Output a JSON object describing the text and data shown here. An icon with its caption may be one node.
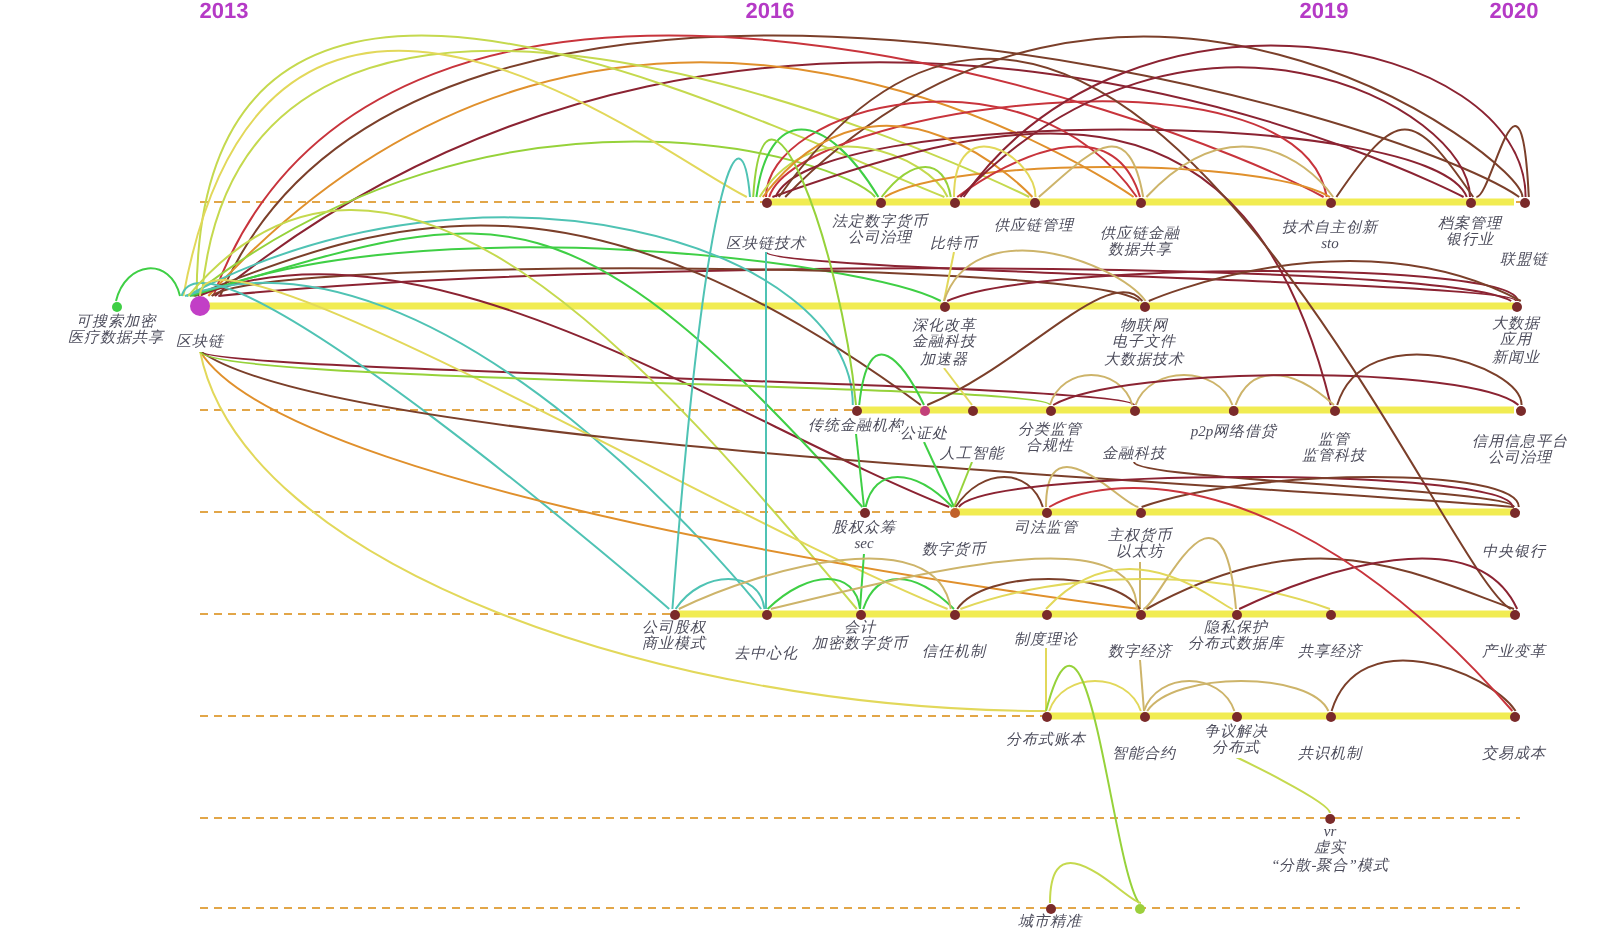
{
  "diagram": {
    "nodes": [
      {
        "text": [
          "区块链技术"
        ]
      },
      {
        "text": [
          "法定数字货币",
          "公司治理"
        ]
      },
      {
        "text": [
          "比特币"
        ]
      },
      {
        "text": [
          "供应链管理"
        ]
      },
      {
        "text": [
          "供应链金融",
          "数据共享"
        ]
      },
      {
        "text": [
          "技术自主创新",
          "sto"
        ]
      },
      {
        "text": [
          "档案管理",
          "银行业"
        ]
      },
      {
        "text": [
          "联盟链"
        ]
      },
      {
        "text": [
          "可搜索加密",
          "医疗数据共享"
        ]
      },
      {
        "text": [
          "区块链"
        ]
      },
      {
        "text": [
          "深化改革",
          "金融科技",
          "加速器"
        ]
      },
      {
        "text": [
          "物联网",
          "电子文件",
          "大数据技术"
        ]
      },
      {
        "text": [
          "大数据",
          "应用",
          "新闻业"
        ]
      },
      {
        "text": [
          "传统金融机构"
        ]
      },
      {
        "text": [
          "公证处"
        ]
      },
      {
        "text": [
          "人工智能"
        ]
      },
      {
        "text": [
          "分类监管",
          "合规性"
        ]
      },
      {
        "text": [
          "金融科技"
        ]
      },
      {
        "text": [
          "p2p网络借贷"
        ]
      },
      {
        "text": [
          "监管",
          "监管科技"
        ]
      },
      {
        "text": [
          "信用信息平台",
          "公司治理"
        ]
      },
      {
        "text": [
          "股权众筹",
          "sec"
        ]
      },
      {
        "text": [
          "数字货币"
        ]
      },
      {
        "text": [
          "司法监管"
        ]
      },
      {
        "text": [
          "主权货币",
          "以太坊"
        ]
      },
      {
        "text": [
          "中央银行"
        ]
      },
      {
        "text": [
          "公司股权",
          "商业模式"
        ]
      },
      {
        "text": [
          "去中心化"
        ]
      },
      {
        "text": [
          "会计",
          "加密数字货币"
        ]
      },
      {
        "text": [
          "信任机制"
        ]
      },
      {
        "text": [
          "制度理论"
        ]
      },
      {
        "text": [
          "数字经济"
        ]
      },
      {
        "text": [
          "隐私保护",
          "分布式数据库"
        ]
      },
      {
        "text": [
          "共享经济"
        ]
      },
      {
        "text": [
          "产业变革"
        ]
      },
      {
        "text": [
          "分布式账本"
        ]
      },
      {
        "text": [
          "智能合约"
        ]
      },
      {
        "text": [
          "争议解决",
          "分布式"
        ]
      },
      {
        "text": [
          "共识机制"
        ]
      },
      {
        "text": [
          "交易成本"
        ]
      },
      {
        "text": [
          "vr",
          "虚实",
          "“分散-聚合”模式"
        ]
      },
      {
        "text": [
          "城市精准"
        ]
      },
      {
        "text": [],
        "shape": "circle"
      }
    ],
    "edges": [
      {
        "from": 8,
        "to": 9,
        "arrow": "none",
        "color": "#3fcf45"
      },
      {
        "from": 9,
        "to": 7,
        "arrow": "none",
        "color": "#7b3f2a"
      },
      {
        "from": 9,
        "to": 6,
        "arrow": "none",
        "color": "#8b2332"
      },
      {
        "from": 9,
        "to": 5,
        "arrow": "none",
        "color": "#c8343c"
      },
      {
        "from": 9,
        "to": 12,
        "arrow": "none",
        "color": "#8b2332"
      },
      {
        "from": 9,
        "to": 4,
        "arrow": "none",
        "color": "#e0902c"
      },
      {
        "from": 9,
        "to": 3,
        "arrow": "none",
        "color": "#c5d94e"
      },
      {
        "from": 9,
        "to": 2,
        "arrow": "none",
        "color": "#c5d94e"
      },
      {
        "from": 9,
        "to": 1,
        "arrow": "none",
        "color": "#96d23a"
      },
      {
        "from": 9,
        "to": 0,
        "arrow": "none",
        "color": "#e2d85a"
      },
      {
        "from": 9,
        "to": 10,
        "arrow": "none",
        "color": "#3fcf45"
      },
      {
        "from": 9,
        "to": 11,
        "arrow": "none",
        "color": "#7b3f2a"
      },
      {
        "from": 9,
        "to": 13,
        "arrow": "none",
        "color": "#4fc3b4"
      },
      {
        "from": 9,
        "to": 14,
        "arrow": "none",
        "color": "#7b3f2a"
      },
      {
        "from": 9,
        "to": 22,
        "arrow": "none",
        "color": "#8b2332"
      },
      {
        "from": 9,
        "to": 17,
        "arrow": "none",
        "color": "#8b2332"
      },
      {
        "from": 9,
        "to": 21,
        "arrow": "none",
        "color": "#3fcf45"
      },
      {
        "from": 9,
        "to": 26,
        "arrow": "none",
        "color": "#4fc3b4"
      },
      {
        "from": 9,
        "to": 27,
        "arrow": "none",
        "color": "#4fc3b4"
      },
      {
        "from": 9,
        "to": 28,
        "arrow": "none",
        "color": "#c5d94e"
      },
      {
        "from": 9,
        "to": 29,
        "arrow": "none",
        "color": "#e2d85a"
      },
      {
        "from": 9,
        "to": 31,
        "arrow": "none",
        "color": "#e0902c"
      },
      {
        "from": 9,
        "to": 35,
        "arrow": "none",
        "color": "#e2d85a"
      },
      {
        "from": 9,
        "to": 25,
        "arrow": "none",
        "color": "#7b3f2a"
      },
      {
        "from": 9,
        "to": 16,
        "arrow": "none",
        "color": "#96d23a"
      },
      {
        "from": 0,
        "to": 7,
        "arrow": "none",
        "color": "#7b3f2a"
      },
      {
        "from": 0,
        "to": 6,
        "arrow": "none",
        "color": "#8b2332"
      },
      {
        "from": 0,
        "to": 5,
        "arrow": "none",
        "color": "#c8343c"
      },
      {
        "from": 0,
        "to": 4,
        "arrow": "none",
        "color": "#c8343c"
      },
      {
        "from": 0,
        "to": 1,
        "arrow": "none",
        "color": "#3fcf45"
      },
      {
        "from": 0,
        "to": 2,
        "arrow": "none",
        "color": "#c5d94e"
      },
      {
        "from": 0,
        "to": 12,
        "arrow": "none",
        "color": "#8b2332"
      },
      {
        "from": 0,
        "to": 19,
        "arrow": "none",
        "color": "#8b2332"
      },
      {
        "from": 0,
        "to": 34,
        "arrow": "none",
        "color": "#7b3f2a"
      },
      {
        "from": 26,
        "to": 0,
        "arrow": "none",
        "color": "#4fc3b4"
      },
      {
        "from": 27,
        "to": 0,
        "arrow": "none",
        "color": "#4fc3b4"
      },
      {
        "from": 0,
        "to": 13,
        "arrow": "none",
        "color": "#96d23a"
      },
      {
        "from": 0,
        "to": 3,
        "arrow": "none",
        "color": "#e0902c"
      },
      {
        "from": 1,
        "to": 2,
        "arrow": "none",
        "color": "#96d23a"
      },
      {
        "from": 1,
        "to": 5,
        "arrow": "none",
        "color": "#e0902c"
      },
      {
        "from": 2,
        "to": 4,
        "arrow": "none",
        "color": "#c8343c"
      },
      {
        "from": 2,
        "to": 6,
        "arrow": "none",
        "color": "#8b2332"
      },
      {
        "from": 2,
        "to": 7,
        "arrow": "none",
        "color": "#8b2332"
      },
      {
        "from": 2,
        "to": 10,
        "arrow": "none",
        "color": "#e2d85a"
      },
      {
        "from": 2,
        "to": 3,
        "arrow": "none",
        "color": "#e2d85a"
      },
      {
        "from": 3,
        "to": 4,
        "arrow": "none",
        "color": "#cdb46a"
      },
      {
        "from": 4,
        "to": 5,
        "arrow": "none",
        "color": "#cdb46a"
      },
      {
        "from": 5,
        "to": 6,
        "arrow": "none",
        "color": "#7b3f2a"
      },
      {
        "from": 6,
        "to": 7,
        "arrow": "none",
        "color": "#7b3f2a"
      },
      {
        "from": 10,
        "to": 12,
        "arrow": "none",
        "color": "#8b2332"
      },
      {
        "from": 11,
        "to": 12,
        "arrow": "none",
        "color": "#7b3f2a"
      },
      {
        "from": 10,
        "to": 11,
        "arrow": "none",
        "color": "#cdb46a"
      },
      {
        "from": 10,
        "to": 15,
        "arrow": "none",
        "color": "#e2d85a"
      },
      {
        "from": 13,
        "to": 14,
        "arrow": "none",
        "color": "#3fcf45"
      },
      {
        "from": 13,
        "to": 21,
        "arrow": "none",
        "color": "#3fcf45"
      },
      {
        "from": 14,
        "to": 22,
        "arrow": "none",
        "color": "#3fcf45"
      },
      {
        "from": 15,
        "to": 22,
        "arrow": "none",
        "color": "#96d23a"
      },
      {
        "from": 14,
        "to": 11,
        "arrow": "none",
        "color": "#7b3f2a"
      },
      {
        "from": 16,
        "to": 17,
        "arrow": "none",
        "color": "#cdb46a"
      },
      {
        "from": 17,
        "to": 18,
        "arrow": "none",
        "color": "#cdb46a"
      },
      {
        "from": 18,
        "to": 19,
        "arrow": "none",
        "color": "#cdb46a"
      },
      {
        "from": 16,
        "to": 20,
        "arrow": "none",
        "color": "#8b2332"
      },
      {
        "from": 17,
        "to": 25,
        "arrow": "none",
        "color": "#7b3f2a"
      },
      {
        "from": 19,
        "to": 20,
        "arrow": "none",
        "color": "#7b3f2a"
      },
      {
        "from": 21,
        "to": 22,
        "arrow": "none",
        "color": "#3fcf45"
      },
      {
        "from": 21,
        "to": 28,
        "arrow": "none",
        "color": "#3fcf45"
      },
      {
        "from": 22,
        "to": 23,
        "arrow": "none",
        "color": "#7b3f2a"
      },
      {
        "from": 23,
        "to": 24,
        "arrow": "none",
        "color": "#cdb46a"
      },
      {
        "from": 24,
        "to": 31,
        "arrow": "none",
        "color": "#cdb46a"
      },
      {
        "from": 22,
        "to": 25,
        "arrow": "none",
        "color": "#8b2332"
      },
      {
        "from": 24,
        "to": 25,
        "arrow": "none",
        "color": "#7b3f2a"
      },
      {
        "from": 26,
        "to": 27,
        "arrow": "none",
        "color": "#4fc3b4"
      },
      {
        "from": 27,
        "to": 28,
        "arrow": "none",
        "color": "#3fcf45"
      },
      {
        "from": 28,
        "to": 29,
        "arrow": "none",
        "color": "#3fcf45"
      },
      {
        "from": 29,
        "to": 31,
        "arrow": "none",
        "color": "#7b3f2a"
      },
      {
        "from": 26,
        "to": 29,
        "arrow": "none",
        "color": "#cdb46a"
      },
      {
        "from": 27,
        "to": 31,
        "arrow": "none",
        "color": "#cdb46a"
      },
      {
        "from": 29,
        "to": 33,
        "arrow": "none",
        "color": "#e2d85a"
      },
      {
        "from": 31,
        "to": 34,
        "arrow": "none",
        "color": "#7b3f2a"
      },
      {
        "from": 31,
        "to": 32,
        "arrow": "none",
        "color": "#cdb46a"
      },
      {
        "from": 30,
        "to": 32,
        "arrow": "none",
        "color": "#e2d85a"
      },
      {
        "from": 32,
        "to": 34,
        "arrow": "none",
        "color": "#8b2332"
      },
      {
        "from": 31,
        "to": 36,
        "arrow": "none",
        "color": "#cdb46a"
      },
      {
        "from": 36,
        "to": 37,
        "arrow": "none",
        "color": "#cdb46a"
      },
      {
        "from": 36,
        "to": 38,
        "arrow": "none",
        "color": "#cdb46a"
      },
      {
        "from": 38,
        "to": 39,
        "arrow": "none",
        "color": "#7b3f2a"
      },
      {
        "from": 35,
        "to": 36,
        "arrow": "none",
        "color": "#e2d85a"
      },
      {
        "from": 30,
        "to": 35,
        "arrow": "none",
        "color": "#e2d85a"
      },
      {
        "from": 37,
        "to": 40,
        "arrow": "none",
        "color": "#c5d94e"
      },
      {
        "from": 23,
        "to": 39,
        "arrow": "none",
        "color": "#c8343c"
      },
      {
        "from": 35,
        "to": 42,
        "arrow": "none",
        "color": "#96d23a"
      },
      {
        "from": 41,
        "to": 42,
        "arrow": "none",
        "color": "#c5d94e"
      }
    ],
    "labels": [
      "2013",
      "2016",
      "2019",
      "2020"
    ]
  }
}
